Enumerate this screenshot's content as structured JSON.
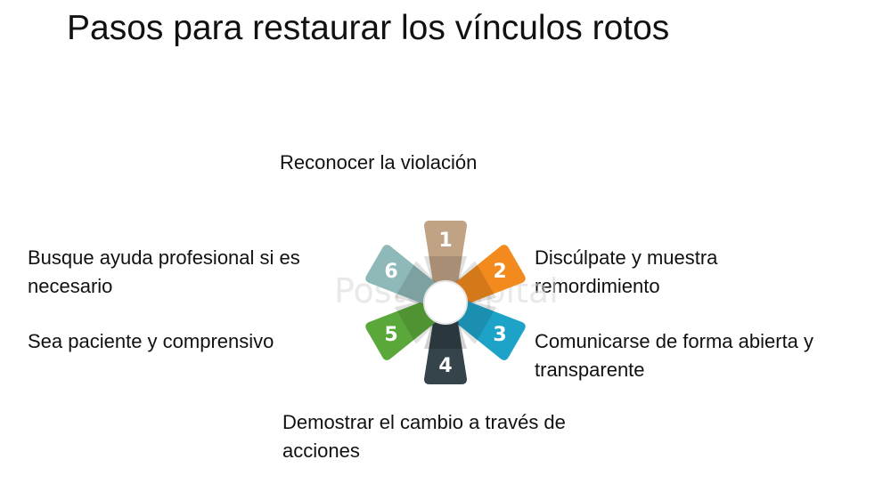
{
  "title": "Pasos para restaurar los vínculos rotos",
  "steps": [
    {
      "number": "1",
      "text": "Reconocer la violación",
      "color": "#c0a285"
    },
    {
      "number": "2",
      "text": "Discúlpate y muestra remordimiento",
      "color": "#f28a1e"
    },
    {
      "number": "3",
      "text": "Comunicarse de forma abierta y transparente",
      "color": "#1ea3c8"
    },
    {
      "number": "4",
      "text": "Demostrar el cambio a través de acciones",
      "color": "#34444a"
    },
    {
      "number": "5",
      "text": "Sea paciente y comprensivo",
      "color": "#5ba83a"
    },
    {
      "number": "6",
      "text": "Busque ayuda profesional si es necesario",
      "color": "#8fb8b8"
    }
  ],
  "watermark": "PosterCapital"
}
